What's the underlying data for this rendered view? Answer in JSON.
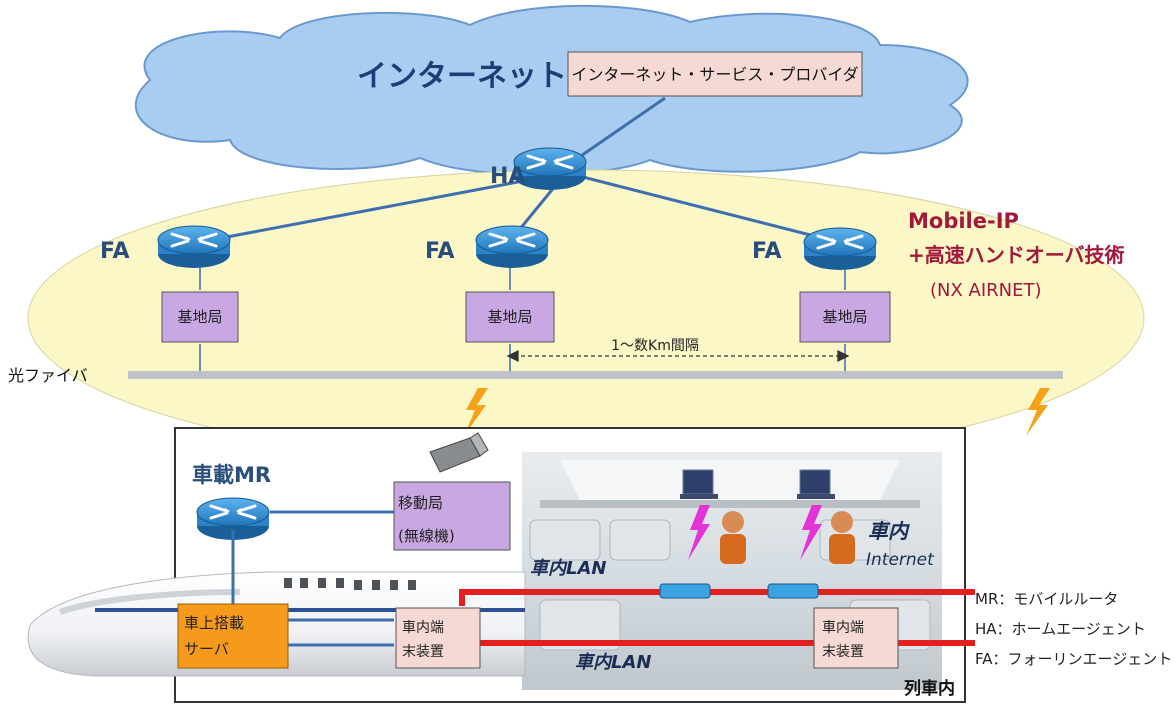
{
  "internet": {
    "title": "インターネット",
    "isp_label": "インターネット・サービス・プロバイダ"
  },
  "network": {
    "ha_label": "HA",
    "fa_labels": [
      "FA",
      "FA",
      "FA"
    ],
    "base_station_labels": [
      "基地局",
      "基地局",
      "基地局"
    ],
    "spacing_label": "1〜数Km間隔",
    "fiber_label": "光ファイバ",
    "tech_title_1": "Mobile-IP",
    "tech_title_2": "+高速ハンドオーバ技術",
    "tech_subtitle": "(NX AIRNET)"
  },
  "train": {
    "mr_label": "車載MR",
    "mobile_station_line1": "移動局",
    "mobile_station_line2": "(無線機)",
    "server_line1": "車上搭載",
    "server_line2": "サーバ",
    "terminal_left_line1": "車内端",
    "terminal_left_line2": "末装置",
    "terminal_right_line1": "車内端",
    "terminal_right_line2": "末装置",
    "lan_label_upper": "車内LAN",
    "lan_label_lower": "車内LAN",
    "internet_label_1": "車内",
    "internet_label_2": "Internet",
    "box_label": "列車内"
  },
  "legend": [
    "MR：モバイルルータ",
    "HA：ホームエージェント",
    "FA：フォーリンエージェント"
  ],
  "colors": {
    "cloud_fill": "#a9cdf0",
    "ellipse_fill": "#fbf7c6",
    "router_fill": "#2f8fd4",
    "base_station_fill": "#c9a7e3",
    "isp_fill": "#f6d9d4",
    "server_fill": "#f59a1a",
    "terminal_fill": "#f6d9d4",
    "lan_red": "#e51e1e",
    "tech_text": "#a0193a",
    "fa_text": "#2a4e7c",
    "lightning": "#f5a21a"
  }
}
